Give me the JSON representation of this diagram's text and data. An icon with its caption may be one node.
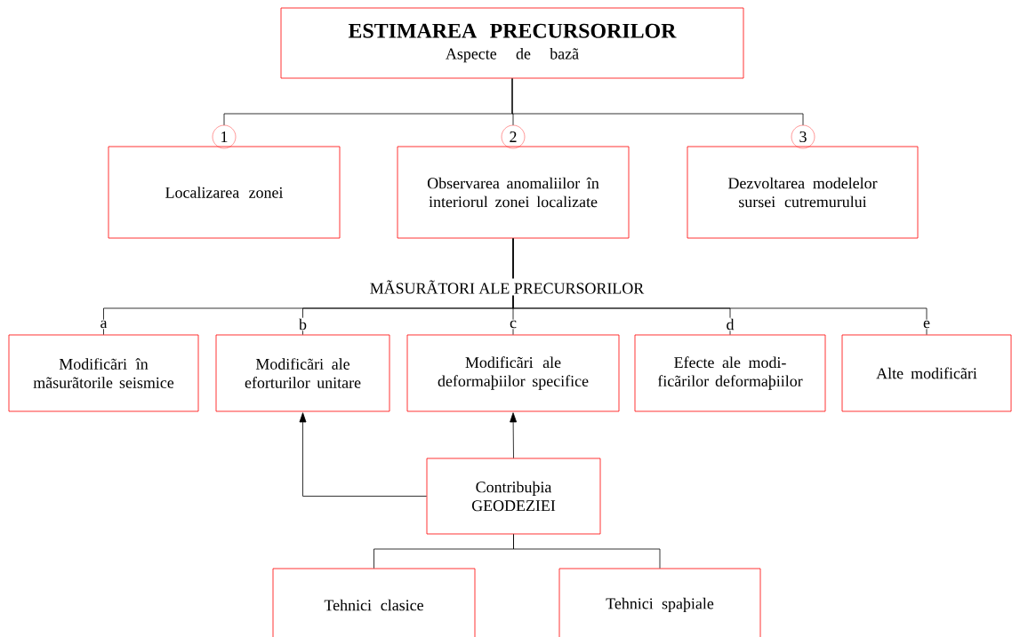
{
  "diagram": {
    "nodes": [
      {
        "text": [
          "ESTIMAREA PRECURSORILOR",
          "Aspecte de bazã"
        ]
      },
      {
        "text": [
          "1"
        ]
      },
      {
        "text": [
          "2"
        ]
      },
      {
        "text": [
          "3"
        ]
      },
      {
        "text": [
          "Localizarea zonei"
        ]
      },
      {
        "text": [
          "Observarea anomaliilor în interiorul zonei localizate"
        ]
      },
      {
        "text": [
          "Dezvoltarea modelelor sursei cutremurului"
        ]
      },
      {
        "text": [
          "Modificãri în mãsurãtorile seismice"
        ],
        "beside": [
          "a"
        ]
      },
      {
        "text": [
          "Modificãri ale eforturilor unitare"
        ],
        "beside": [
          "b"
        ]
      },
      {
        "text": [
          "Modificãri ale deformaþiilor specifice"
        ],
        "beside": [
          "c"
        ]
      },
      {
        "text": [
          "Efecte ale modi- ficãrilor deformaþiilor"
        ],
        "beside": [
          "d"
        ]
      },
      {
        "text": [
          "Alte modificãri"
        ],
        "beside": [
          "e"
        ]
      },
      {
        "text": [
          "Contribuþia GEODEZIEI"
        ]
      },
      {
        "text": [
          "Tehnici clasice"
        ]
      },
      {
        "text": [
          "Tehnici spaþiale"
        ]
      }
    ],
    "edges": [
      {
        "from": 0,
        "to": 1,
        "arrow": "none"
      },
      {
        "from": 0,
        "to": 2,
        "arrow": "none"
      },
      {
        "from": 0,
        "to": 3,
        "arrow": "none"
      },
      {
        "from": 5,
        "to": 7,
        "arrow": "none"
      },
      {
        "from": 5,
        "to": 8,
        "arrow": "none"
      },
      {
        "from": 5,
        "to": 9,
        "arrow": "none"
      },
      {
        "from": 5,
        "to": 10,
        "arrow": "none"
      },
      {
        "from": 5,
        "to": 11,
        "arrow": "none"
      },
      {
        "from": 12,
        "to": 8,
        "arrow": "to"
      },
      {
        "from": 12,
        "to": 9,
        "arrow": "to"
      },
      {
        "from": 12,
        "to": 13,
        "arrow": "none"
      },
      {
        "from": 12,
        "to": 14,
        "arrow": "none"
      }
    ],
    "labels": [
      "MÃSURÃTORI ALE PRECURSORILOR"
    ]
  }
}
